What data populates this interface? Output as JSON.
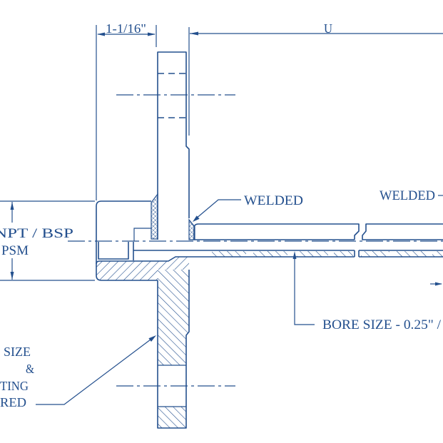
{
  "drawing": {
    "line_color": "#24508e",
    "background": "#ffffff"
  },
  "dimensions": {
    "thickness_label": "1-1/16\"",
    "length_label": "U",
    "thread_label_line1": "NPT / BSP",
    "thread_label_line2": "PSM"
  },
  "callouts": {
    "welded_left": "WELDED",
    "welded_right": "WELDED",
    "bore_size": "BORE SIZE - 0.25\" /",
    "hole_note_line1": "SIZE",
    "hole_note_line2": "&",
    "hole_note_line3": "TING",
    "hole_note_line4": "RED"
  }
}
